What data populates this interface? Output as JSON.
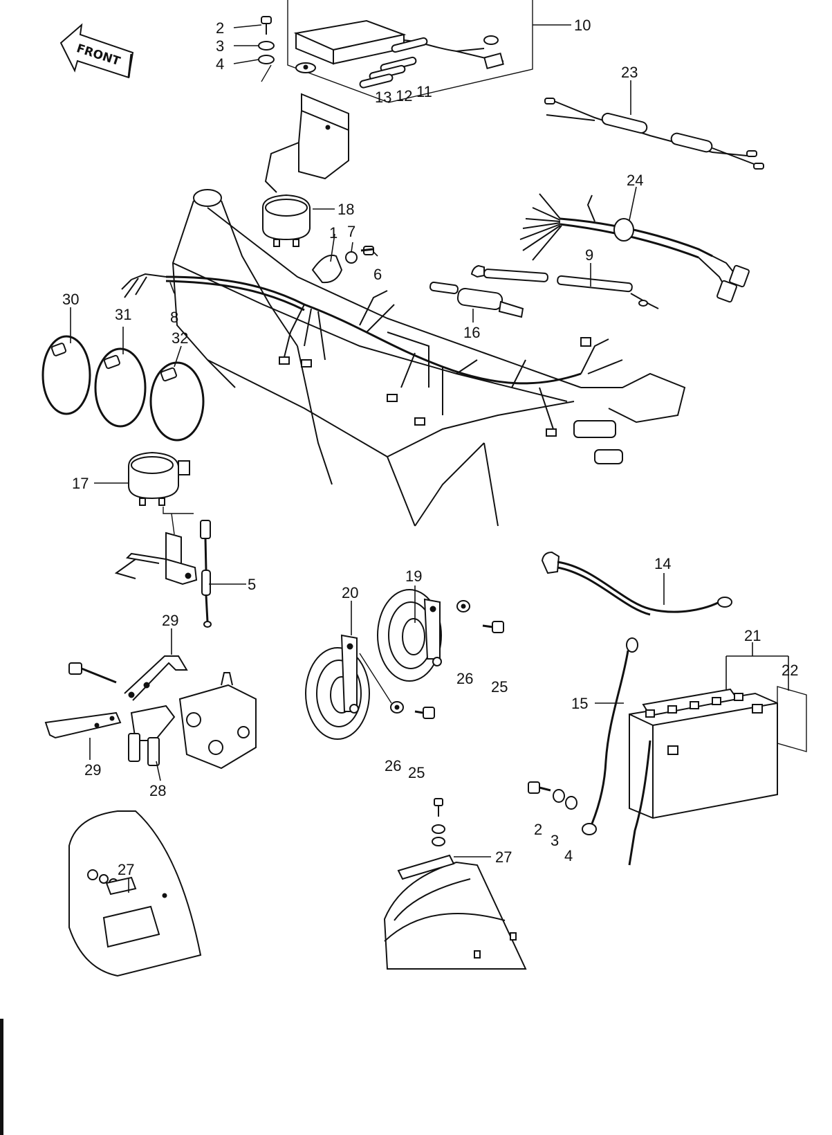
{
  "front_label": "FRONT",
  "callouts": {
    "c1": "1",
    "c2a": "2",
    "c2b": "2",
    "c3a": "3",
    "c3b": "3",
    "c4a": "4",
    "c4b": "4",
    "c5": "5",
    "c6": "6",
    "c7": "7",
    "c8": "8",
    "c9": "9",
    "c10": "10",
    "c11": "11",
    "c12": "12",
    "c13": "13",
    "c14": "14",
    "c15": "15",
    "c16": "16",
    "c17": "17",
    "c18": "18",
    "c19": "19",
    "c20": "20",
    "c21": "21",
    "c22": "22",
    "c23": "23",
    "c24": "24",
    "c25a": "25",
    "c25b": "25",
    "c26a": "26",
    "c26b": "26",
    "c27a": "27",
    "c27b": "27",
    "c28": "28",
    "c29a": "29",
    "c29b": "29",
    "c30": "30",
    "c31": "31",
    "c32": "32"
  }
}
